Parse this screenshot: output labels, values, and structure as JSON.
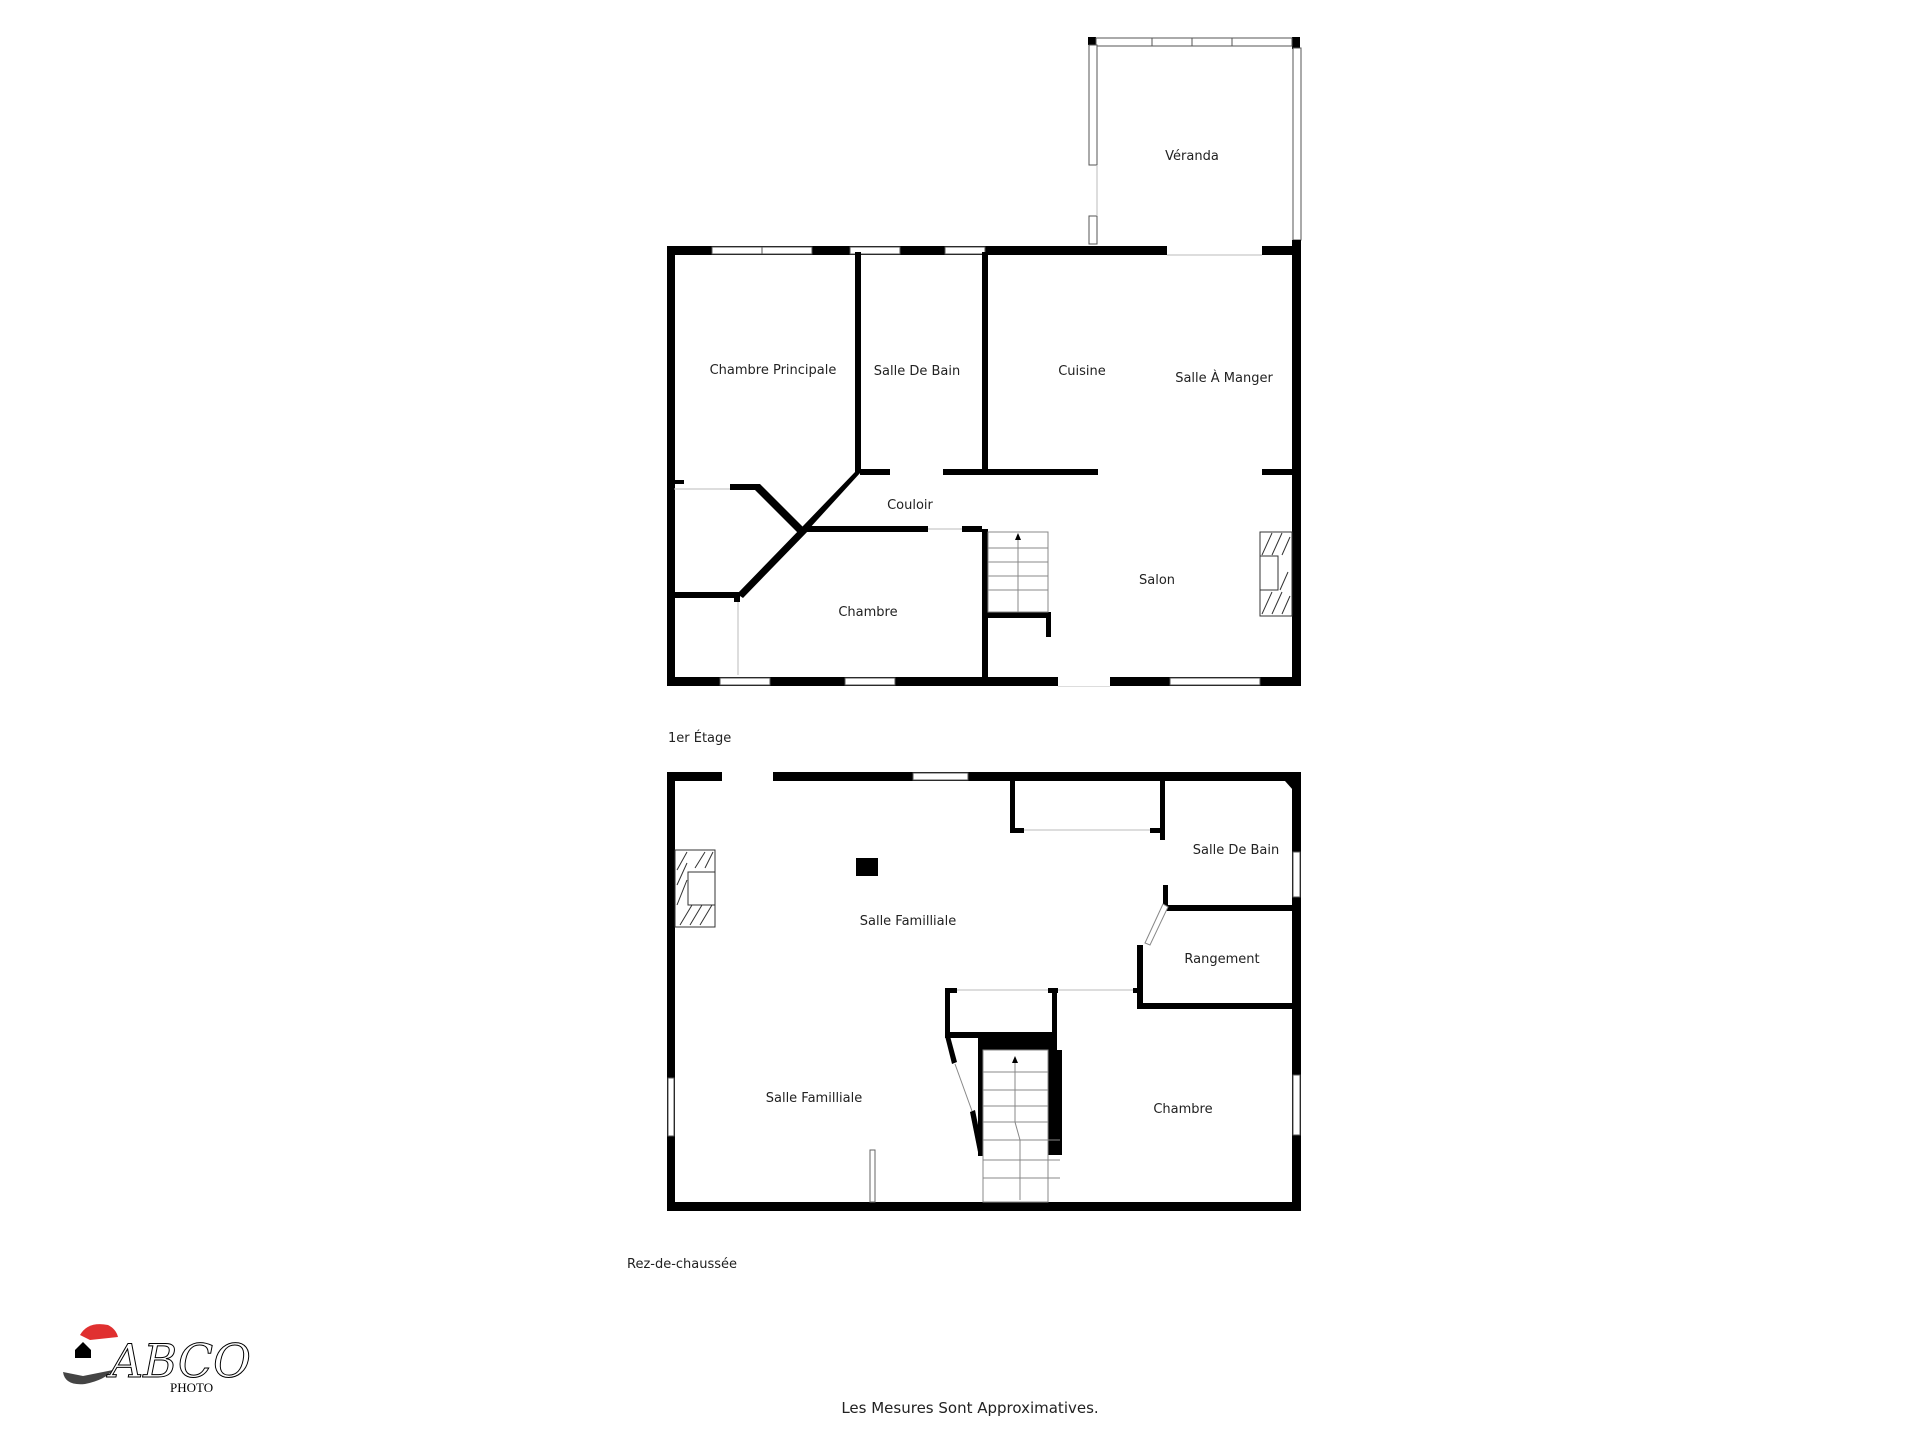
{
  "floors": [
    {
      "name": "1er Étage",
      "rooms": [
        {
          "label": "Véranda"
        },
        {
          "label": "Chambre Principale"
        },
        {
          "label": "Salle De Bain"
        },
        {
          "label": "Cuisine"
        },
        {
          "label": "Salle À Manger"
        },
        {
          "label": "Couloir"
        },
        {
          "label": "Chambre"
        },
        {
          "label": "Salon"
        }
      ]
    },
    {
      "name": "Rez-de-chaussée",
      "rooms": [
        {
          "label": "Salle De Bain"
        },
        {
          "label": "Salle Familliale"
        },
        {
          "label": "Rangement"
        },
        {
          "label": "Salle Familliale"
        },
        {
          "label": "Chambre"
        }
      ]
    }
  ],
  "logo": {
    "main": "ABCO",
    "sub": "PHOTO",
    "colors": {
      "cap": "#e03030",
      "hand": "#444444",
      "text": "#000000"
    }
  },
  "footer": {
    "disclaimer": "Les Mesures Sont Approximatives."
  }
}
